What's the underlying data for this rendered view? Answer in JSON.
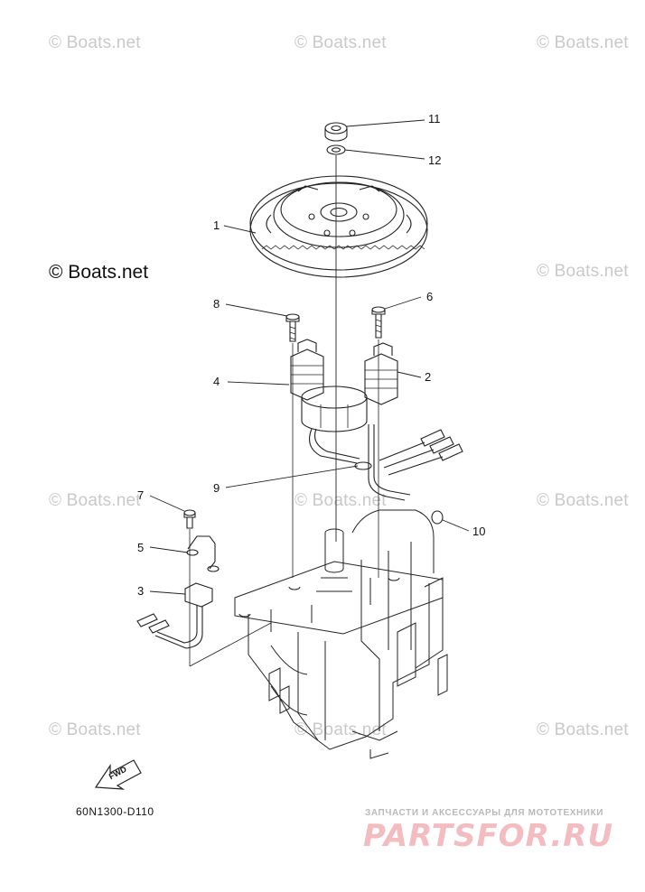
{
  "watermarks": {
    "tl": "© Boats.net",
    "tc": "© Boats.net",
    "tr": "© Boats.net",
    "ml_strong": "© Boats.net",
    "mr1": "© Boats.net",
    "ml2": "© Boats.net",
    "mc2": "© Boats.net",
    "mr2": "© Boats.net",
    "bl": "© Boats.net",
    "bc": "© Boats.net",
    "br": "© Boats.net"
  },
  "callouts": {
    "c1": "1",
    "c2": "2",
    "c3": "3",
    "c4": "4",
    "c5": "5",
    "c6": "6",
    "c7": "7",
    "c8": "8",
    "c9": "9",
    "c10": "10",
    "c11": "11",
    "c12": "12"
  },
  "fwd_label": "FWD",
  "diagram_code": "60N1300-D110",
  "brand": {
    "tagline": "ЗАПЧАСТИ И АКСЕССУАРЫ ДЛЯ МОТОТЕХНИКИ",
    "logo_text": "PARTSFOR.RU",
    "logo_color": "#f2bcc0"
  }
}
